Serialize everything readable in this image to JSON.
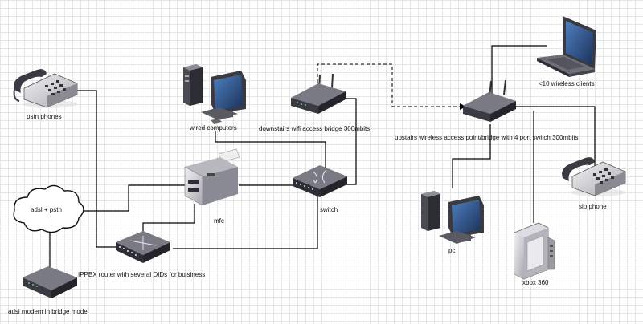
{
  "labels": {
    "pstn_phones": "pstn phones",
    "wired_computers": "wired computers",
    "downstairs_bridge": "downstairs wifi access bridge 300mbits",
    "upstairs_ap": "upstairs wireless access point/bridge with 4 port switch 300mbits",
    "wireless_clients": "<10 wireless clients",
    "adsl_pstn": "adsl + pstn",
    "mfc": "mfc",
    "switch": "switch",
    "sip_phone": "sip phone",
    "pc": "pc",
    "ippbx": "IPPBX router with several DIDs for buisiness",
    "xbox": "xbox 360",
    "modem": "adsl modem in bridge mode"
  },
  "colors": {
    "line": "#000000",
    "device_dark": "#3c3c46",
    "device_mid": "#6e6e78",
    "device_light": "#c8c8cd",
    "screen": "#2a4a7a",
    "cloud_fill": "#ffffff"
  },
  "connection_styles": {
    "wired": "solid",
    "wireless_bridge": "dashed"
  }
}
